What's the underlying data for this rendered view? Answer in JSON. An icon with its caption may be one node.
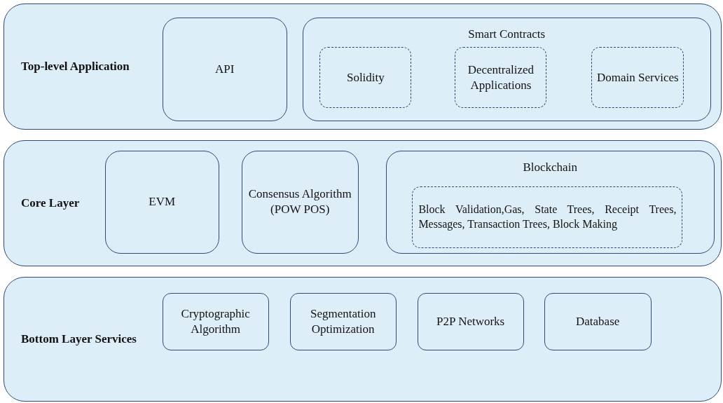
{
  "diagram": {
    "nodes": [
      {
        "text": [
          "Top-level Application"
        ]
      },
      {
        "text": [
          "API"
        ],
        "in": 0
      },
      {
        "text": [
          "Smart Contracts"
        ],
        "in": 0
      },
      {
        "text": [
          "Solidity"
        ],
        "in": 2
      },
      {
        "text": [
          "Decentralized Applications"
        ],
        "in": 2
      },
      {
        "text": [
          "Domain Services"
        ],
        "in": 2
      },
      {
        "text": [
          "Core Layer"
        ]
      },
      {
        "text": [
          "EVM"
        ],
        "in": 6
      },
      {
        "text": [
          "Consensus Algorithm (POW POS)"
        ],
        "in": 6
      },
      {
        "text": [
          "Blockchain"
        ],
        "in": 6
      },
      {
        "text": [
          "Block Validation,Gas, State Trees, Receipt Trees, Messages, Transaction Trees, Block Making"
        ],
        "in": 9
      },
      {
        "text": [
          "Bottom Layer Services"
        ]
      },
      {
        "text": [
          "Cryptographic Algorithm"
        ],
        "in": 11
      },
      {
        "text": [
          "Segmentation Optimization"
        ],
        "in": 11
      },
      {
        "text": [
          "P2P Networks"
        ],
        "in": 11
      },
      {
        "text": [
          "Database"
        ],
        "in": 11
      }
    ]
  }
}
